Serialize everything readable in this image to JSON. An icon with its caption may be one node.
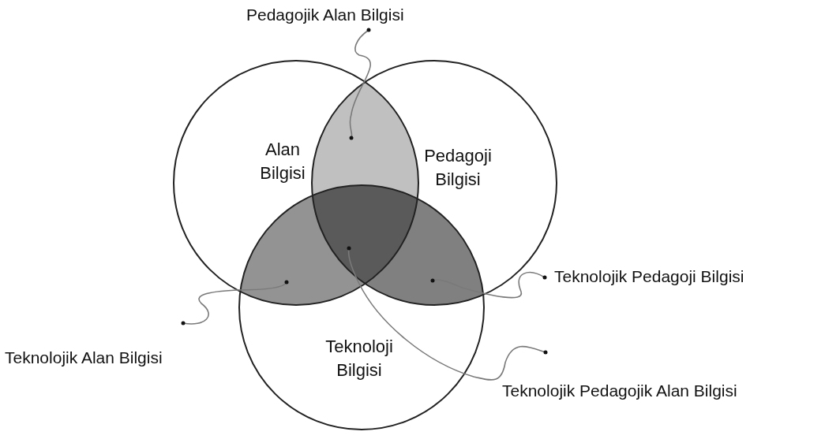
{
  "diagram": {
    "nodes": [
      {
        "text": [
          "Alan Bilgisi"
        ]
      },
      {
        "text": [
          "Pedagoji Bilgisi"
        ]
      },
      {
        "text": [
          "Teknoloji Bilgisi"
        ]
      },
      {
        "text": [
          "Pedagojik Alan Bilgisi"
        ]
      },
      {
        "text": [
          "Teknolojik Pedagoji Bilgisi"
        ]
      },
      {
        "text": [
          "Teknolojik Alan Bilgisi"
        ]
      },
      {
        "text": [
          "Teknolojik Pedagojik Alan Bilgisi"
        ]
      },
      {
        "text": [],
        "shape": "lens"
      },
      {
        "text": [],
        "shape": "lens"
      },
      {
        "text": [],
        "shape": "lens"
      },
      {
        "text": [],
        "shape": "triangle"
      }
    ],
    "edges": [
      {
        "from": 3,
        "to": 7,
        "arrow": "other"
      },
      {
        "from": 4,
        "to": 9,
        "arrow": "other"
      },
      {
        "from": 5,
        "to": 8,
        "arrow": "other"
      },
      {
        "from": 6,
        "to": 10,
        "arrow": "other"
      }
    ]
  }
}
